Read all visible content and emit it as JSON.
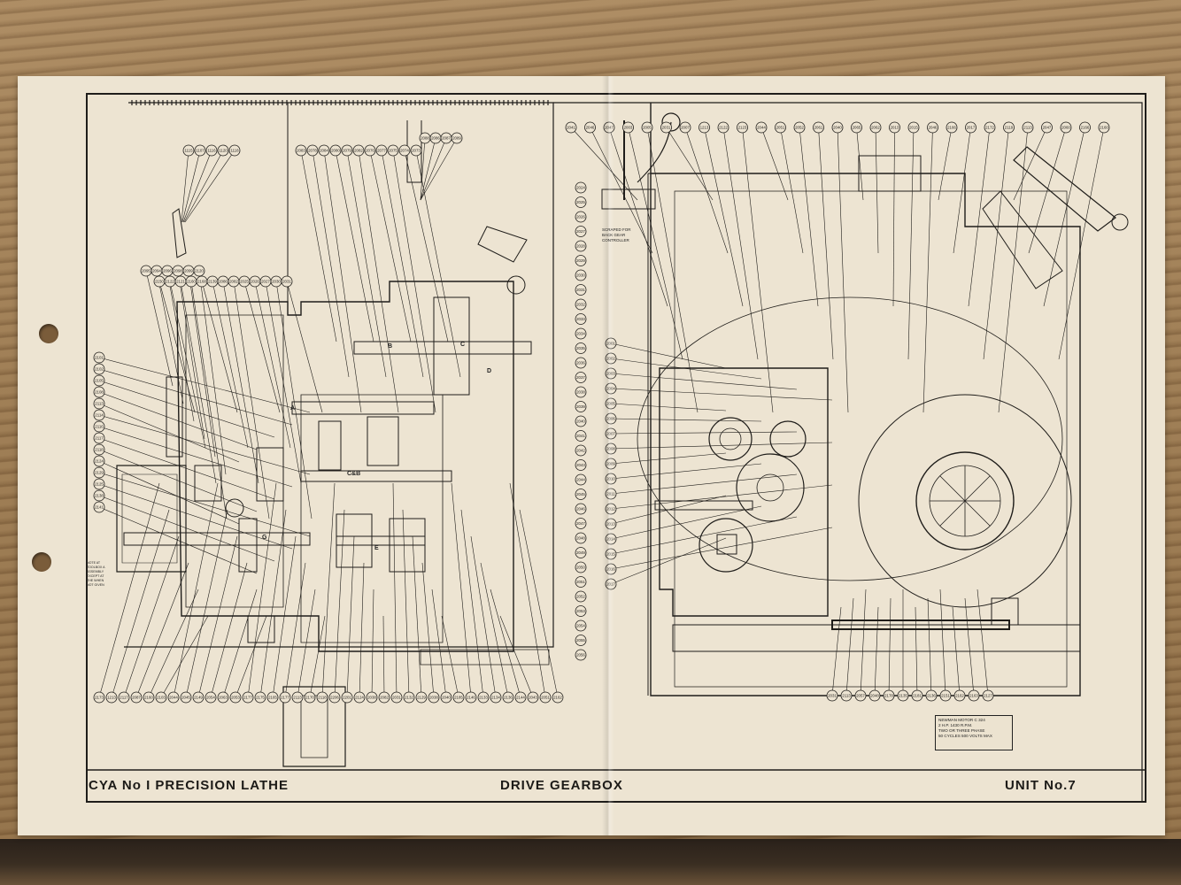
{
  "sheet": {
    "left_title": "CYA No I PRECISION LATHE",
    "center_title": "DRIVE GEARBOX",
    "right_title": "UNIT No.7"
  },
  "motor_label": {
    "lines": [
      "NEWMAN MOTOR C 324",
      "2 H.P. 1430 R.P.M.",
      "TWO OR THREE PHASE",
      "50 CYCLES 500 VOLTS MAX"
    ]
  },
  "left_note": {
    "lines": [
      "NOTE AT",
      "TOOLBOX A",
      "ASSEMBLY",
      "EXCEPT AT",
      "THE WHEN",
      "NOT GIVEN"
    ]
  },
  "stamp": {
    "lines": [
      "SCRAPED FOR",
      "BACK GEAR",
      "CONTROLLER"
    ]
  },
  "shaft_letters": [
    "A",
    "B",
    "C",
    "D",
    "E",
    "G",
    "C&B"
  ],
  "balloons": {
    "left_top_a": [
      "1115",
      "1107",
      "1116",
      "1120",
      "1118"
    ],
    "left_top_b": [
      "2083",
      "2078",
      "2084",
      "2080",
      "2079",
      "2082",
      "2076",
      "2077",
      "2075",
      "2074",
      "2073"
    ],
    "left_top_c": [
      "2088",
      "2086",
      "2087",
      "2089"
    ],
    "left_top_d": [
      "2095",
      "2094",
      "2096",
      "2098",
      "2099",
      "2120"
    ],
    "left_mid": [
      "2150",
      "2122",
      "2121",
      "2160",
      "2168",
      "2139",
      "2086",
      "2082",
      "2025",
      "2026",
      "2027",
      "2030",
      "2031"
    ],
    "left_side": [
      "2101",
      "2102",
      "2105",
      "2108",
      "2113",
      "2114",
      "2116",
      "2117",
      "2118",
      "2124",
      "2129",
      "2125",
      "2138",
      "2141"
    ],
    "left_bottom": [
      "2173",
      "1213",
      "2117",
      "2087",
      "2160",
      "2103",
      "2044",
      "2045",
      "2149",
      "2054",
      "2063",
      "2053",
      "2177",
      "2175",
      "2165",
      "2177",
      "2113",
      "2170",
      "2118",
      "2206",
      "2201",
      "2124",
      "2038",
      "2082",
      "2031",
      "2132",
      "2129",
      "2038",
      "2040",
      "2185",
      "2146",
      "2133",
      "2134",
      "2136",
      "2144",
      "2043",
      "2051",
      "2162"
    ],
    "mid_column": [
      "2024",
      "2025",
      "2026",
      "2027",
      "2028",
      "2029",
      "2030",
      "2031",
      "2032",
      "2033",
      "2034",
      "2035",
      "2036",
      "2037",
      "2038",
      "2039",
      "2040",
      "2041",
      "2042",
      "2043",
      "2044",
      "2045",
      "2046",
      "2047",
      "2048",
      "2049",
      "2050",
      "2051",
      "2052",
      "2053",
      "2054",
      "2055",
      "2056"
    ],
    "right_top": [
      "2041",
      "2046",
      "2047",
      "2003",
      "2005",
      "2031",
      "2007",
      "1213",
      "2122",
      "2123",
      "2044",
      "2051",
      "2052",
      "2061",
      "2040",
      "2065",
      "2062",
      "2013",
      "2015",
      "2046",
      "2166",
      "2017",
      "2172",
      "2119",
      "2113",
      "2047",
      "2060",
      "2166",
      "2160"
    ],
    "right_left_col": [
      "2001",
      "2002",
      "2003",
      "2004",
      "2005",
      "2006",
      "2007",
      "2008",
      "2009",
      "2010",
      "2011",
      "2012",
      "2013",
      "2014",
      "2015",
      "2016",
      "2017"
    ],
    "right_bottom": [
      "2031",
      "2113",
      "2057",
      "2048",
      "2178",
      "2135",
      "2181",
      "2136",
      "2151",
      "2162",
      "2163",
      "2127"
    ]
  }
}
